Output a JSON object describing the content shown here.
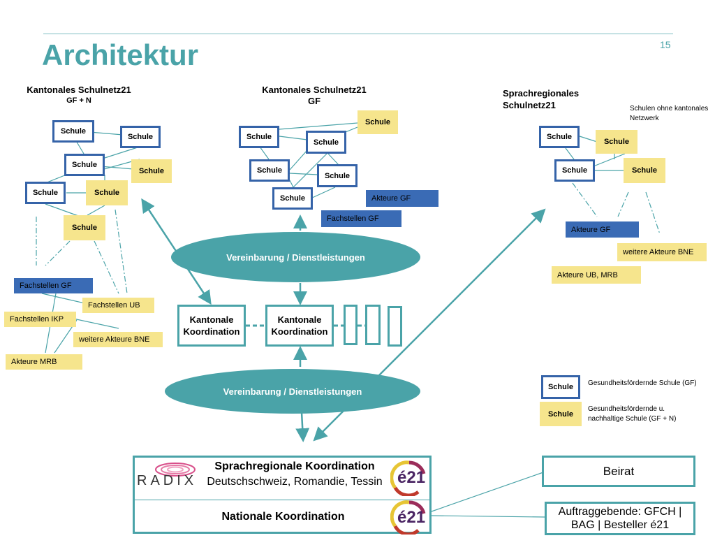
{
  "slide": {
    "title": "Architektur",
    "page_number": "15"
  },
  "columns": {
    "left": {
      "heading": "Kantonales Schulnetz21",
      "sub": "GF + N"
    },
    "middle": {
      "heading": "Kantonales Schulnetz21",
      "sub": "GF"
    },
    "right": {
      "heading": "Sprachregionales Schulnetz21",
      "note": "Schulen ohne kantonales Netzwerk"
    }
  },
  "school_label": "Schule",
  "actors": {
    "fachstellen_gf": "Fachstellen GF",
    "fachstellen_ub": "Fachstellen UB",
    "fachstellen_ikp": "Fachstellen IKP",
    "weitere_akteure_bne": "weitere Akteure BNE",
    "akteure_mrb": "Akteure MRB",
    "akteure_gf": "Akteure GF",
    "akteure_ub_mrb": "Akteure UB, MRB"
  },
  "agreements": {
    "top": "Vereinbarung / Dienstleistungen",
    "bottom": "Vereinbarung / Dienstleistungen"
  },
  "coordination": {
    "kantonal_1": "Kantonale Koordination",
    "kantonal_2": "Kantonale Koordination"
  },
  "legend": {
    "gf_box": "Schule",
    "gf_text": "Gesundheitsfördernde Schule (GF)",
    "gfn_box": "Schule",
    "gfn_text": "Gesundheitsfördernde u. nachhaltige Schule (GF + N)"
  },
  "bottom": {
    "sprachregional_title": "Sprachregionale Koordination",
    "sprachregional_sub": "Deutschschweiz, Romandie, Tessin",
    "national": "Nationale Koordination",
    "radix_logo": "RADIX",
    "e21_logo": "é21",
    "beirat": "Beirat",
    "auftraggebende": "Auftraggebende: GFCH | BAG | Besteller é21"
  },
  "colors": {
    "teal": "#4aa3a8",
    "blue": "#3a6bb5",
    "yellow": "#f6e58d",
    "border_blue": "#3563a8"
  }
}
